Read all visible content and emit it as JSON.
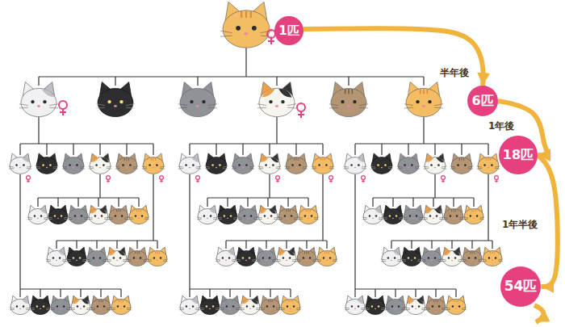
{
  "diagram": {
    "nodes": [
      {
        "text": [
          "1匹"
        ]
      },
      {
        "text": [
          "6匹"
        ]
      },
      {
        "text": [
          "18匹"
        ]
      },
      {
        "text": [
          "54匹"
        ]
      }
    ],
    "edges": [
      {
        "from": 0,
        "to": 1,
        "arrow": "to"
      },
      {
        "from": 1,
        "to": 2,
        "arrow": "to"
      },
      {
        "from": 2,
        "to": 3,
        "arrow": "to"
      }
    ],
    "labels": [
      "半年後",
      "1年後",
      "1年半後"
    ]
  }
}
